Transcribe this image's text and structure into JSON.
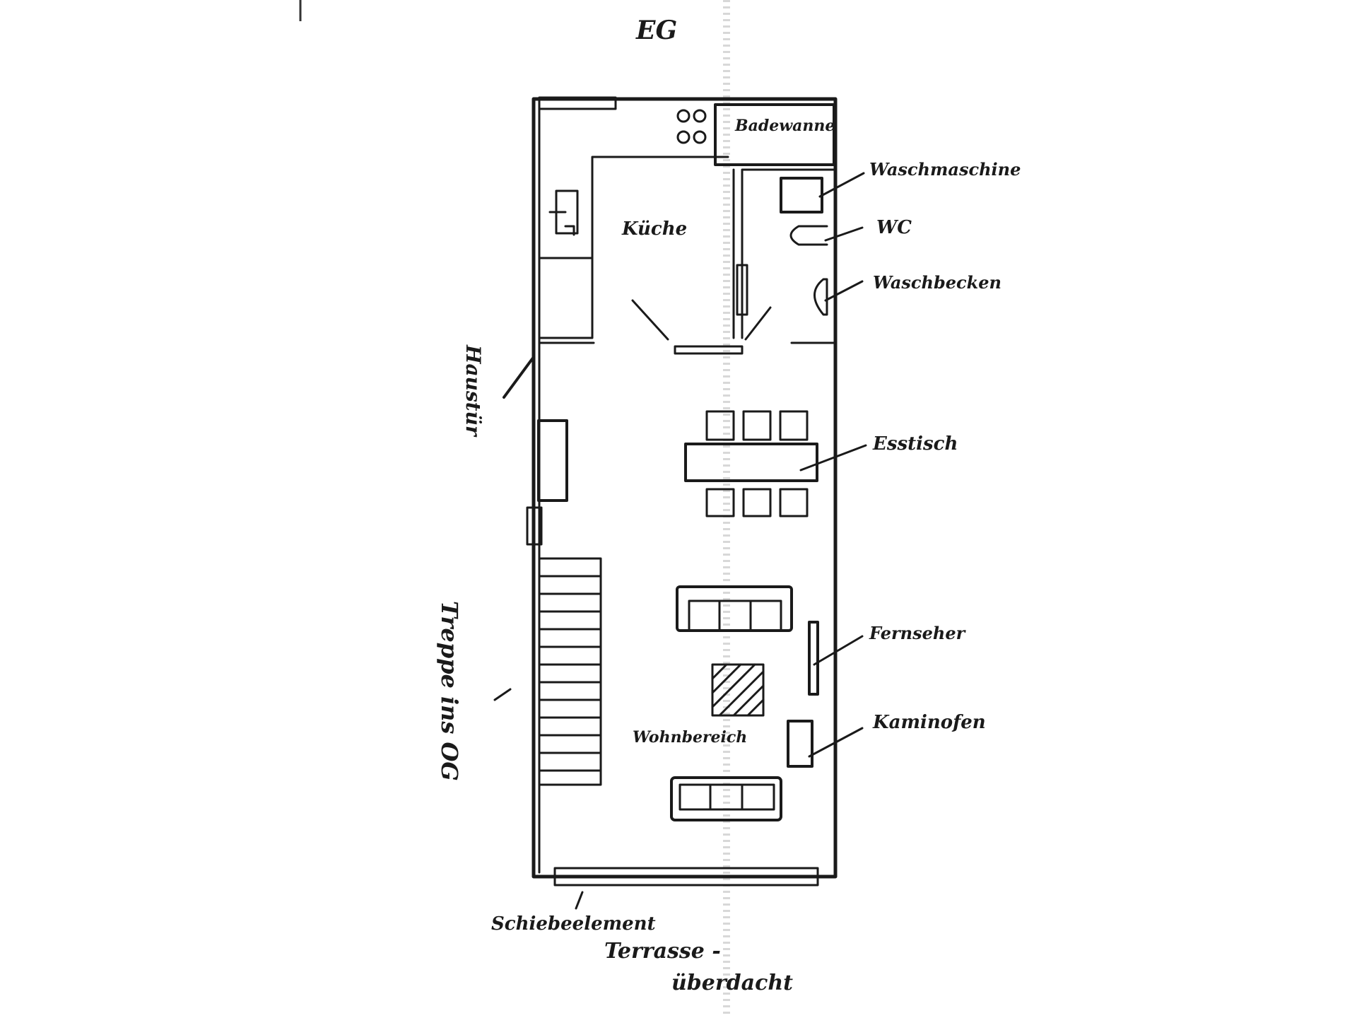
{
  "floor_label": "EG",
  "rooms": {
    "kitchen": "Küche",
    "living": "Wohnbereich"
  },
  "fixtures": {
    "bathtub": "Badewanne"
  },
  "annotations": {
    "washing_machine": "Waschmaschine",
    "wc": "WC",
    "sink": "Waschbecken",
    "front_door": "Haustür",
    "dining_table": "Esstisch",
    "tv": "Fernseher",
    "stove": "Kaminofen",
    "stairs": "Treppe ins OG",
    "sliding_door": "Schiebeelement",
    "terrace_line1": "Terrasse -",
    "terrace_line2": "überdacht"
  }
}
